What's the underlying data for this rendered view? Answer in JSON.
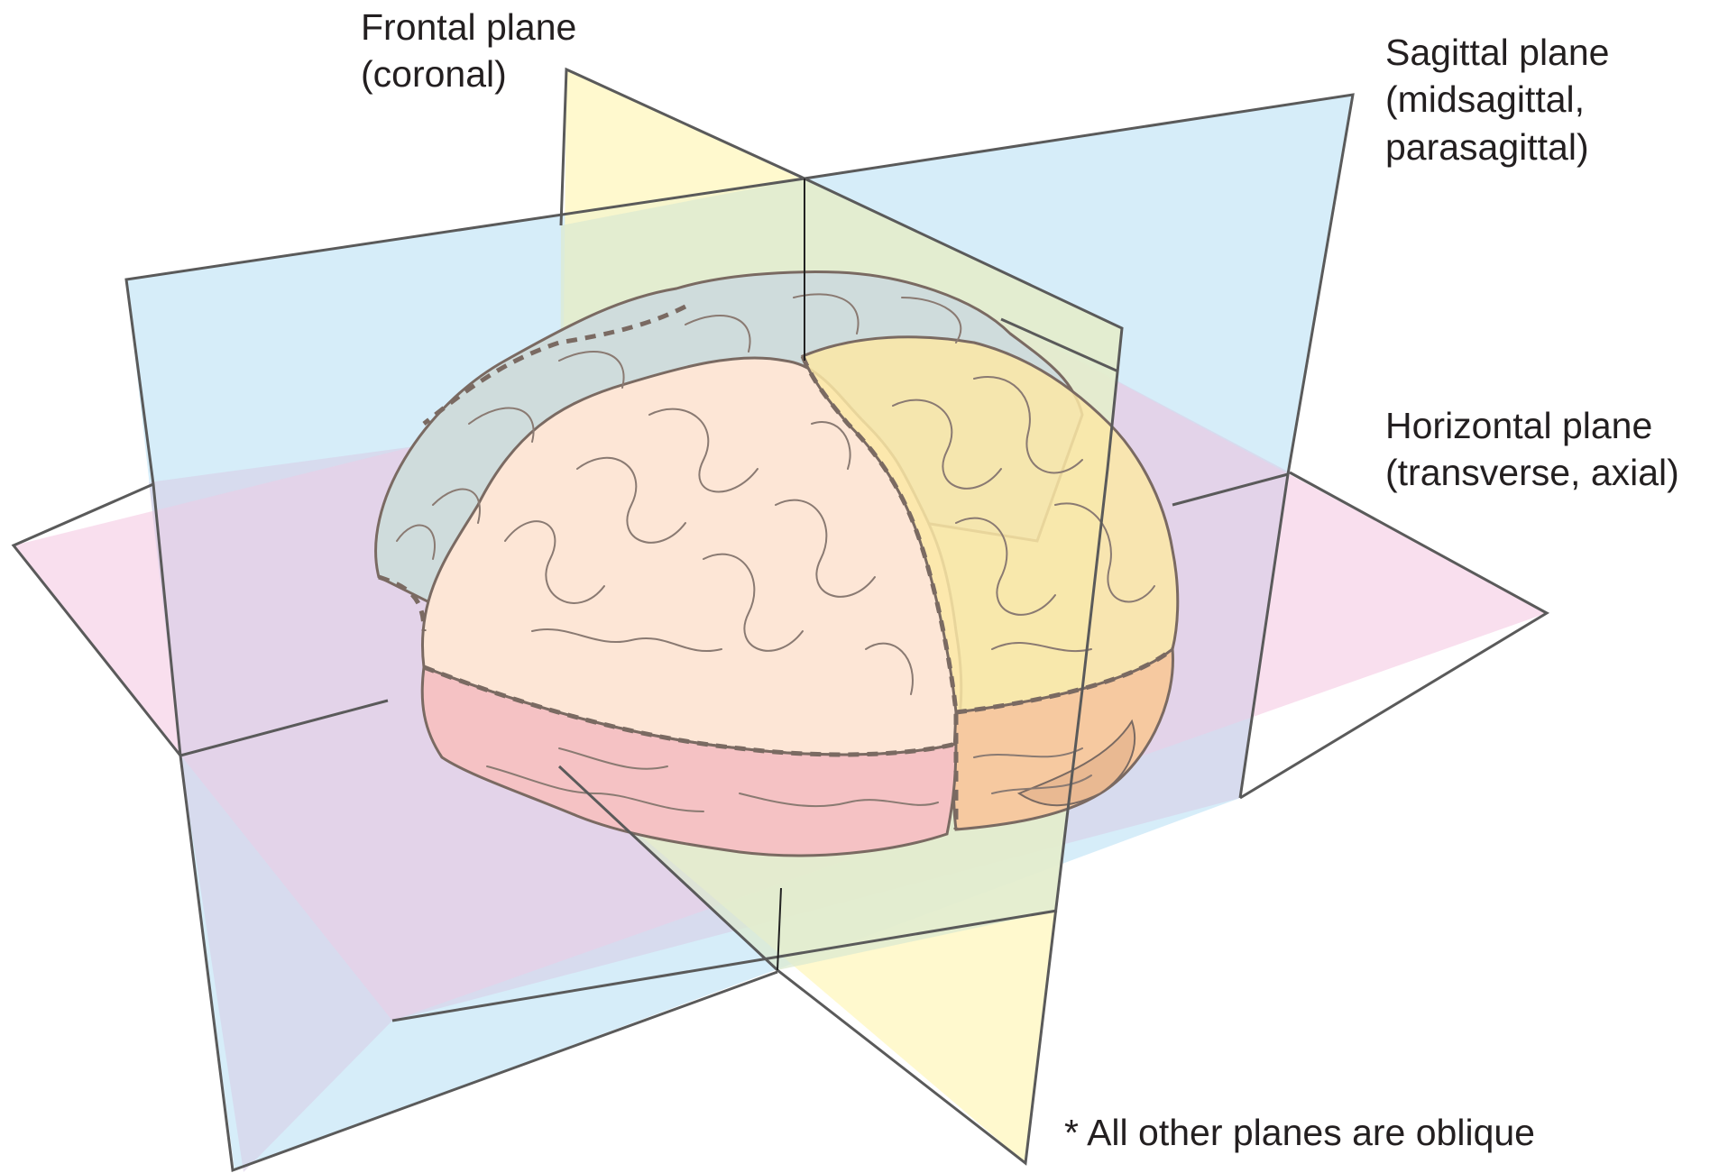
{
  "labels": {
    "frontal": {
      "line1": "Frontal plane",
      "line2": "(coronal)"
    },
    "sagittal": {
      "line1": "Sagittal plane",
      "line2": "(midsagittal,",
      "line3": "parasagittal)"
    },
    "horizontal": {
      "line1": "Horizontal plane",
      "line2": "(transverse, axial)"
    },
    "note": "* All other planes are oblique"
  },
  "colors": {
    "frontal_plane": "#fff9c4",
    "sagittal_plane": "#cfeaf8",
    "horizontal_plane": "#f7d4e8",
    "plane_edge": "#5a5a5a",
    "frontal_lobe": "#fde6d6",
    "parietal_lobe": "#fce7a6",
    "temporal_lobe": "#f5c2c4",
    "occipital_lobe": "#f6c9a0",
    "far_hemisphere": "#cfdcdc",
    "brain_outline": "#7a6a62"
  }
}
